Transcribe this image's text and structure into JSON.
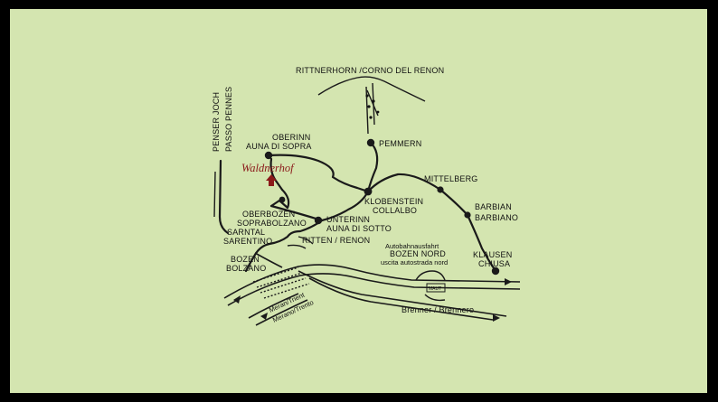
{
  "map": {
    "hotel": {
      "name": "Waldnerhof",
      "color": "#8b1a1a",
      "icon": "house-marker-icon"
    },
    "labels": {
      "rittnerhorn": "RITTNERHORN /CORNO DEL RENON",
      "penser1": "PENSER JOCH",
      "penser2": "PASSO PENNES",
      "oberinn1": "OBERINN",
      "oberinn2": "AUNA DI SOPRA",
      "pemmern": "PEMMERN",
      "mittelberg": "MITTELBERG",
      "klobenstein1": "KLOBENSTEIN",
      "klobenstein2": "COLLALBO",
      "barbian1": "BARBIAN",
      "barbian2": "BARBIANO",
      "oberbozen1": "OBERBOZEN",
      "oberbozen2": "SOPRABOLZANO",
      "unterinn1": "UNTERINN",
      "unterinn2": "AUNA DI SOTTO",
      "sarntal1": "SARNTAL",
      "sarntal2": "SARENTINO",
      "ritten": "RITTEN / RENON",
      "autobahn1": "Autobahnausfahrt",
      "autobahn2": "BOZEN NORD",
      "autobahn3": "uscita autostrada nord",
      "klausen1": "KLAUSEN",
      "klausen2": "CHIUSA",
      "bozen1": "BOZEN",
      "bozen2": "BOLZANO",
      "meran1": "Meran/Trient",
      "meran2": "Merano/Trento",
      "brenner": "Brenner / Brennero",
      "maut": "MAUT"
    },
    "colors": {
      "background": "#d4e5b0",
      "frame": "#000000",
      "roads": "#1a1a1a"
    }
  }
}
